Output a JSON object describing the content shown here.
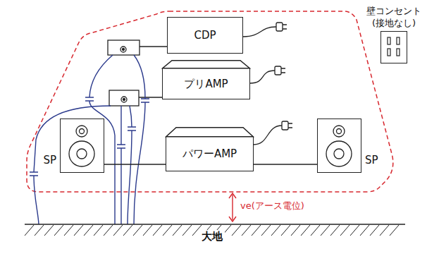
{
  "diagram": {
    "nodes": [
      {
        "text": [
          "CDP"
        ]
      },
      {
        "text": [
          "壁コンセント (接地なし)"
        ]
      },
      {
        "text": [
          "プリAMP"
        ]
      },
      {
        "text": [
          "SP"
        ]
      },
      {
        "text": [
          "パワーAMP"
        ]
      },
      {
        "text": [
          "SP"
        ]
      }
    ],
    "edges": [
      {
        "from": 4,
        "to": 3,
        "arrow": "none"
      },
      {
        "from": 4,
        "to": 5,
        "arrow": "none"
      }
    ],
    "labels": [
      "ve(アース電位)",
      "大地"
    ]
  }
}
